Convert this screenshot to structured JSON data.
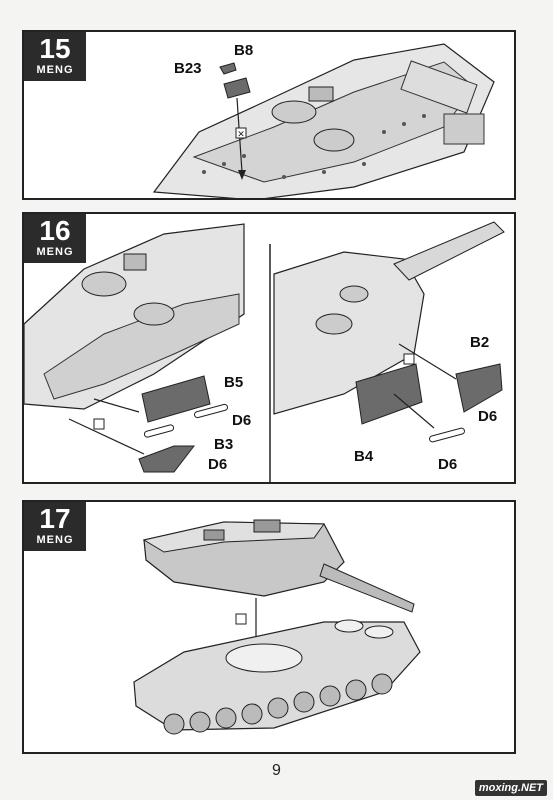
{
  "steps": {
    "s15": {
      "number": "15",
      "brand": "MENG",
      "labels": {
        "b23": "B23",
        "b8": "B8"
      }
    },
    "s16": {
      "number": "16",
      "brand": "MENG",
      "left": {
        "b5": "B5",
        "d6": "D6",
        "b3": "B3",
        "d6b": "D6"
      },
      "right": {
        "b2": "B2",
        "d6": "D6",
        "b4": "B4",
        "d6b": "D6"
      }
    },
    "s17": {
      "number": "17",
      "brand": "MENG"
    }
  },
  "page_number": "9",
  "watermark": "moxing.NET",
  "colors": {
    "ink": "#222222",
    "hull": "#d9d9d9",
    "part": "#6b6b6b",
    "badge": "#2b2b2b"
  }
}
